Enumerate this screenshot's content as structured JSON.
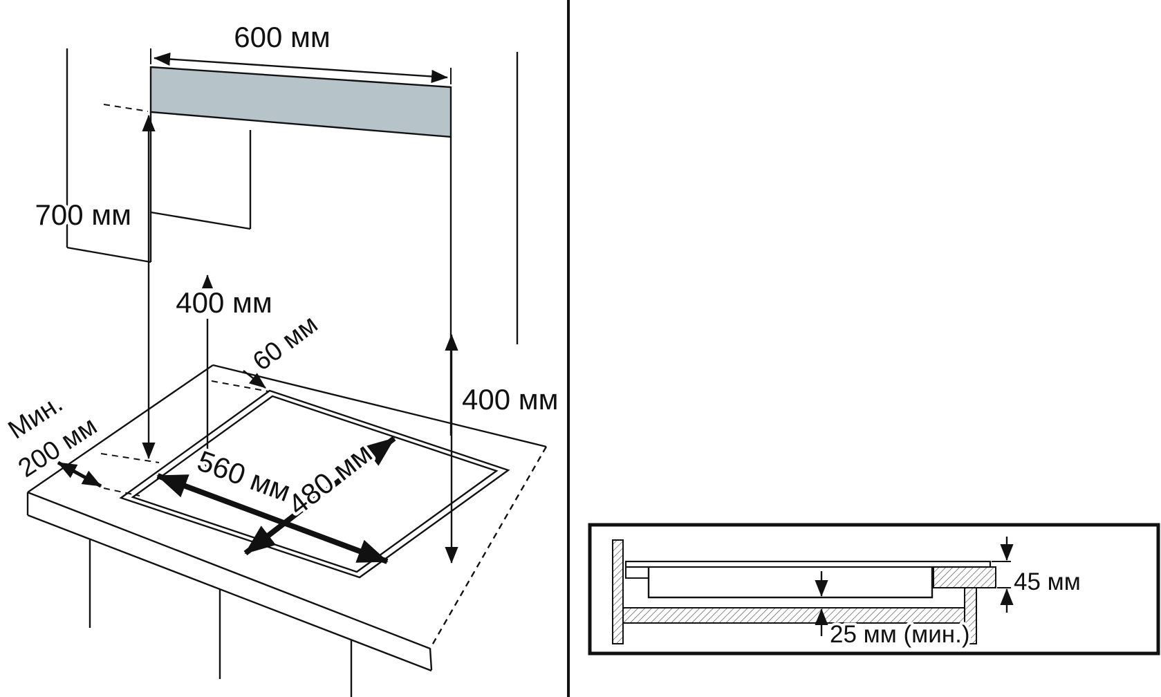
{
  "figure": {
    "colors": {
      "hood_fill": "#b6c4ca",
      "line": "#111111",
      "background": "#ffffff"
    },
    "isometric": {
      "dims": {
        "hood_width": "600 мм",
        "counter_to_hood": "700 мм",
        "surface_to_hood": "400 мм",
        "cutout_back_offset": "60 мм",
        "min_prefix": "Мин.",
        "side_clearance": "200 мм",
        "cutout_width": "560 мм",
        "cutout_depth": "480 мм",
        "right_clearance": "400 мм"
      }
    },
    "section": {
      "dims": {
        "hob_recess_depth": "45 мм",
        "clearance_below": "25 мм (мин.)"
      }
    }
  }
}
